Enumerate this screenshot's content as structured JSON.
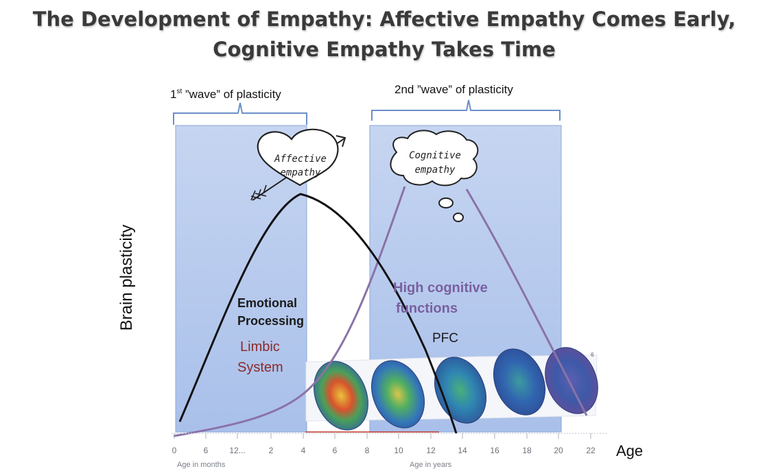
{
  "title": {
    "line1": "The Development of Empathy: Affective Empathy Comes Early,",
    "line2": "Cognitive Empathy Takes Time"
  },
  "waves": {
    "first_sup": "st",
    "first_pre": "1",
    "first_post": " ”wave” of plasticity",
    "second": "2nd ”wave” of plasticity"
  },
  "bubbles": {
    "affective_line1": "Affective",
    "affective_line2": "empathy",
    "cognitive_line1": "Cognitive",
    "cognitive_line2": "empathy"
  },
  "regions": {
    "emotional_line1": "Emotional",
    "emotional_line2": "Processing",
    "limbic_line1": "Limbic",
    "limbic_line2": "System",
    "high_line1": "High cognitive",
    "high_line2": "functions",
    "pfc": "PFC"
  },
  "axes": {
    "ylabel": "Brain plasticity",
    "xlabel": "Age",
    "months_caption": "Age in months",
    "years_caption": "Age in years",
    "month_ticks": [
      "0",
      "6",
      "12..."
    ],
    "year_ticks": [
      "2",
      "4",
      "6",
      "8",
      "10",
      "12",
      "14",
      "16",
      "18",
      "20",
      "22"
    ]
  },
  "brain_extra": "6",
  "colors": {
    "wave_fill": "#c9d8f2",
    "wave_border": "#8aa8d8",
    "affective_curve": "#111111",
    "cognitive_curve": "#8a72a8",
    "limbic_text": "#8b2a2a",
    "high_cognitive_text": "#7a5fa0"
  }
}
